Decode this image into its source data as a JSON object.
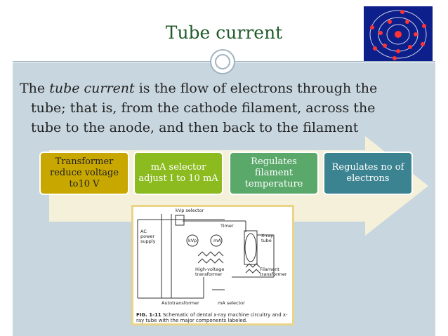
{
  "slide": {
    "title": "Tube current",
    "body_line1_pre": "The ",
    "body_line1_em": "tube current",
    "body_line1_post": " is the flow of electrons through the",
    "body_line2": "tube; that is, from the cathode filament, across the",
    "body_line3": "tube to the anode, and then back to the filament"
  },
  "process": {
    "steps": [
      {
        "label": "Transformer reduce voltage to10 V"
      },
      {
        "label": "mA selector adjust I to 10 mA"
      },
      {
        "label": "Regulates filament temperature"
      },
      {
        "label": "Regulates no of electrons"
      }
    ]
  },
  "figure": {
    "kvp_selector": "kVp selector",
    "ac_supply": "AC power supply",
    "timer": "Timer",
    "kvp": "kVp",
    "ma": "mA",
    "xray_tube": "X-ray tube",
    "hv_transformer": "High-voltage transformer",
    "filament_transformer": "Filament transformer",
    "autotransformer": "Autotransformer",
    "ma_selector": "mA selector",
    "caption_fig": "FIG. 1-11",
    "caption_text": "Schematic of dental x-ray machine circuitry and x-ray tube with the major components labeled."
  },
  "colors": {
    "title": "#1f5b29",
    "box1": "#c8a700",
    "box2": "#8bbb1f",
    "box3": "#5aa86a",
    "box4": "#3c8391",
    "arrow": "#f5f0da"
  },
  "icons": {
    "logo": "atom-icon"
  }
}
